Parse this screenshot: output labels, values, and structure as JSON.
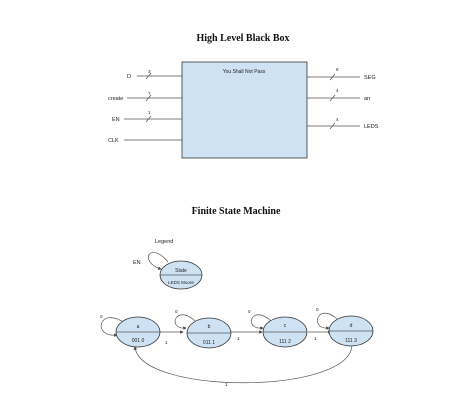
{
  "black_box": {
    "title": "High Level Black Box",
    "box_label": "You Shall Not Pass",
    "inputs": [
      {
        "name": "D",
        "width": "3"
      },
      {
        "name": "create",
        "width": "?"
      },
      {
        "name": "EN",
        "width": "1"
      },
      {
        "name": "CLK",
        "width": ""
      }
    ],
    "outputs": [
      {
        "name": "SEG",
        "width": "8"
      },
      {
        "name": "an",
        "width": "4"
      },
      {
        "name": "LEDS",
        "width": "4"
      }
    ]
  },
  "fsm": {
    "title": "Finite State Machine",
    "legend": {
      "title": "Legend",
      "self_loop": "EN",
      "state_label": "State",
      "output_label": "LEDS Moore"
    },
    "states": [
      {
        "name": "a",
        "output": "001 0",
        "self_loop": "0"
      },
      {
        "name": "b",
        "output": "011 1",
        "self_loop": "0"
      },
      {
        "name": "c",
        "output": "111 2",
        "self_loop": "0"
      },
      {
        "name": "d",
        "output": "111 3",
        "self_loop": "0"
      }
    ],
    "transitions": [
      "1",
      "1",
      "1"
    ],
    "return_transition": "1"
  }
}
